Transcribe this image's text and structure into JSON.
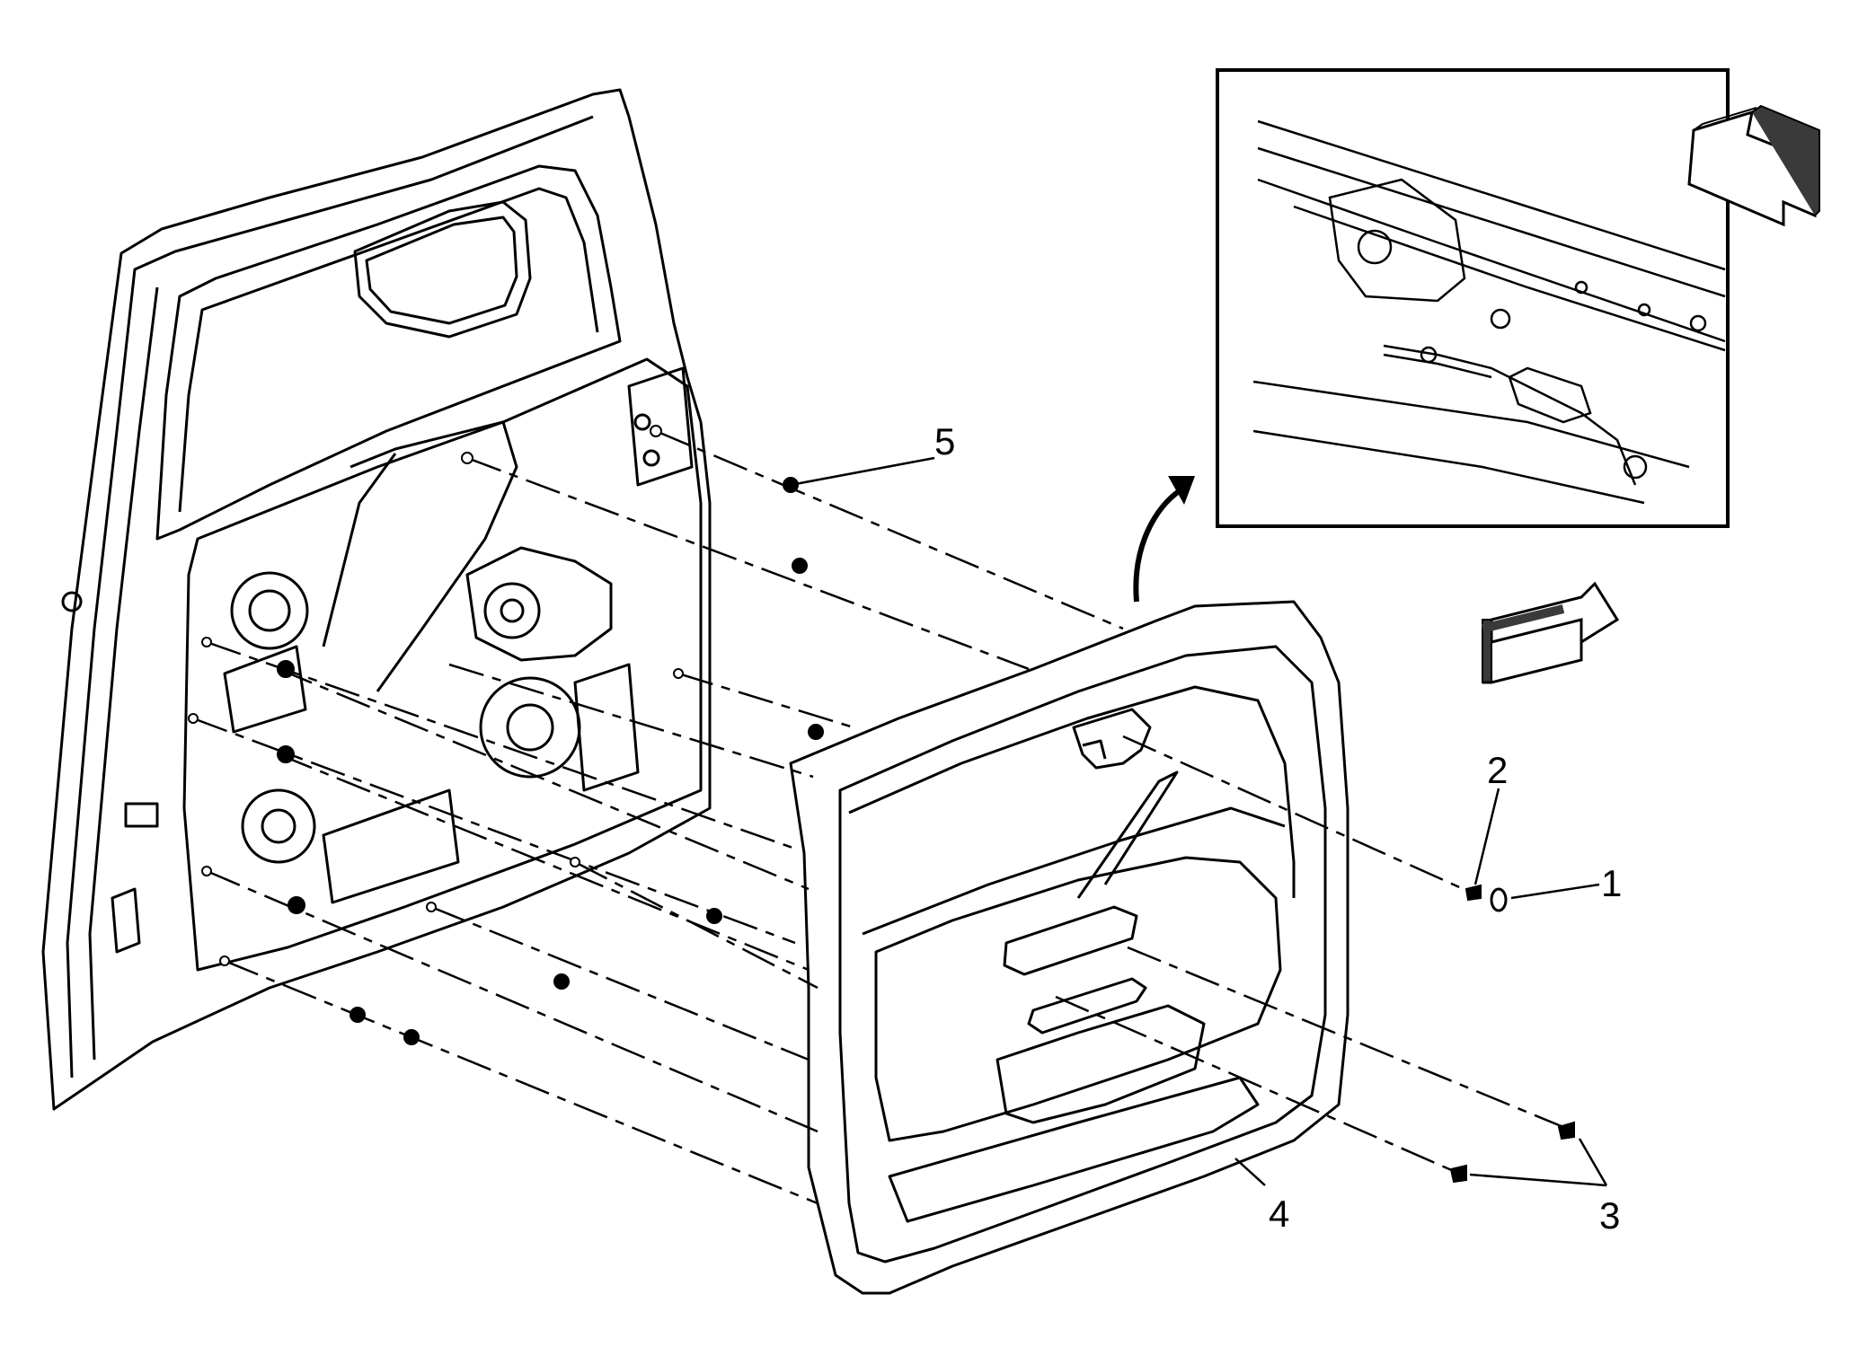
{
  "diagram": {
    "callouts": [
      {
        "id": "callout-1",
        "label": "1"
      },
      {
        "id": "callout-2",
        "label": "2"
      },
      {
        "id": "callout-3",
        "label": "3"
      },
      {
        "id": "callout-4",
        "label": "4"
      },
      {
        "id": "callout-5",
        "label": "5"
      }
    ],
    "colors": {
      "line": "#000000",
      "background": "#ffffff",
      "shade": "#3a3a3a"
    }
  }
}
